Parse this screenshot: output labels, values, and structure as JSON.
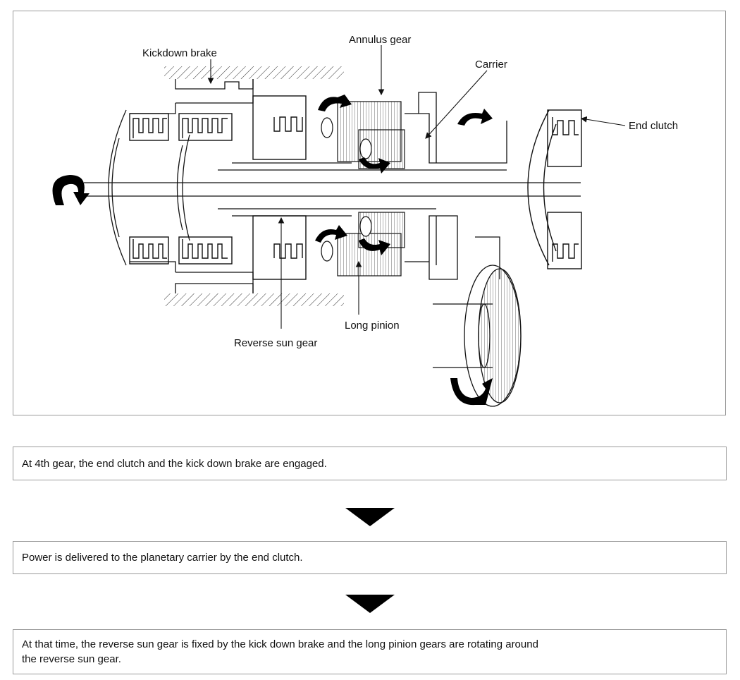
{
  "diagram": {
    "labels": {
      "kickdown_brake": "Kickdown brake",
      "annulus_gear": "Annulus gear",
      "carrier": "Carrier",
      "end_clutch": "End clutch",
      "long_pinion": "Long pinion",
      "reverse_sun_gear": "Reverse sun gear"
    }
  },
  "steps": [
    {
      "text": "At 4th gear, the end clutch and the kick down brake are engaged."
    },
    {
      "text": "Power is delivered to the planetary carrier by the end clutch."
    },
    {
      "text": "At that time, the reverse sun gear is fixed by the kick down brake and the long pinion gears are rotating around\nthe reverse sun gear."
    }
  ],
  "colors": {
    "line": "#111111",
    "border": "#9a9a9a",
    "arrow": "#000000"
  }
}
